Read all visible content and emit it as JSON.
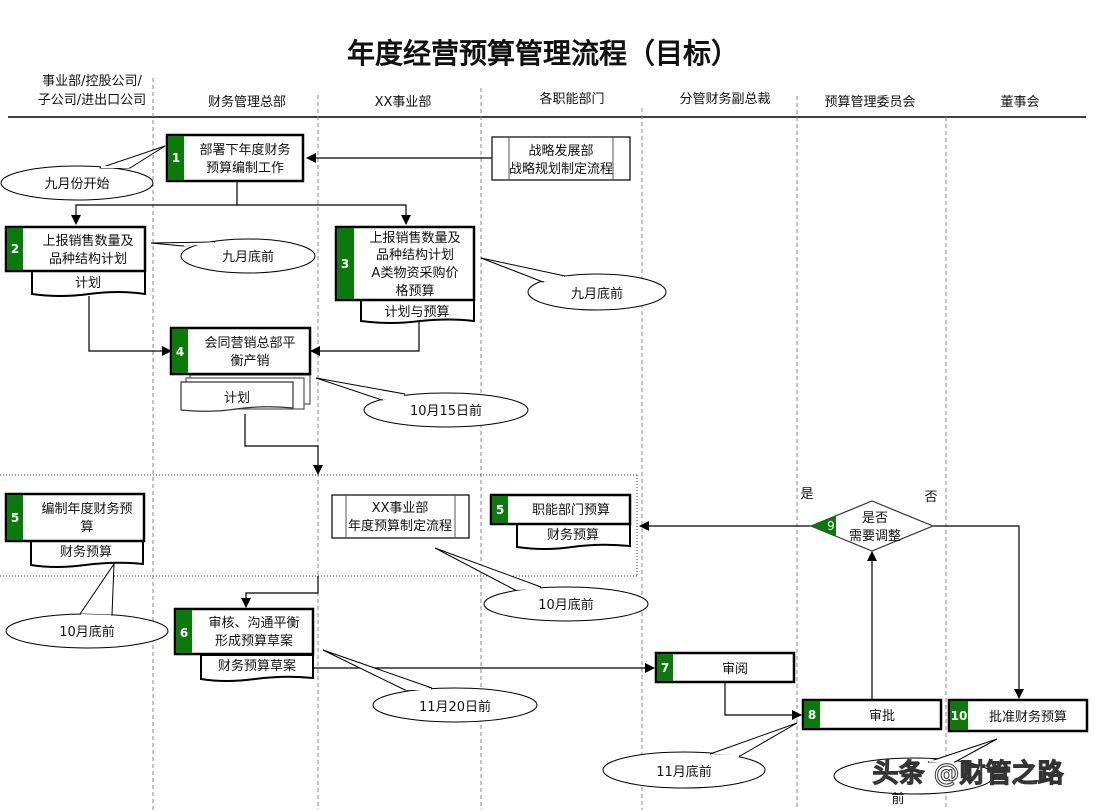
{
  "title": "年度经营预算管理流程（目标）",
  "colors": {
    "step_badge": "#0a7a0a",
    "line": "#000000",
    "lane_divider": "#888888"
  },
  "lanes": [
    {
      "id": "subsidiaries",
      "label_lines": [
        "事业部/控股公司/",
        "子公司/进出口公司"
      ]
    },
    {
      "id": "finance",
      "label_lines": [
        "财务管理总部"
      ]
    },
    {
      "id": "xx_division",
      "label_lines": [
        "XX事业部"
      ]
    },
    {
      "id": "functional",
      "label_lines": [
        "各职能部门"
      ]
    },
    {
      "id": "vp_finance",
      "label_lines": [
        "分管财务副总裁"
      ]
    },
    {
      "id": "committee",
      "label_lines": [
        "预算管理委员会"
      ]
    },
    {
      "id": "board",
      "label_lines": [
        "董事会"
      ]
    }
  ],
  "steps": [
    {
      "id": "s1",
      "num": "1",
      "lines": [
        "部署下年度财务",
        "预算编制工作"
      ]
    },
    {
      "id": "s2",
      "num": "2",
      "lines": [
        "上报销售数量及",
        "品种结构计划"
      ],
      "doc": "计划"
    },
    {
      "id": "s3",
      "num": "3",
      "lines": [
        "上报销售数量及",
        "品种结构计划",
        "A类物资采购价",
        "格预算"
      ],
      "doc": "计划与预算"
    },
    {
      "id": "s4",
      "num": "4",
      "lines": [
        "会同营销总部平",
        "衡产销"
      ],
      "doc": "计划"
    },
    {
      "id": "s5a",
      "num": "5",
      "lines": [
        "编制年度财务预",
        "算"
      ],
      "doc": "财务预算"
    },
    {
      "id": "s5b",
      "num": "5",
      "lines": [
        "职能部门预算"
      ],
      "doc": "财务预算"
    },
    {
      "id": "s6",
      "num": "6",
      "lines": [
        "审核、沟通平衡",
        "形成预算草案"
      ],
      "doc": "财务预算草案"
    },
    {
      "id": "s7",
      "num": "7",
      "lines": [
        "审阅"
      ]
    },
    {
      "id": "s8",
      "num": "8",
      "lines": [
        "审批"
      ]
    },
    {
      "id": "s9",
      "num": "9",
      "lines": [
        "是否",
        "需要调整"
      ]
    },
    {
      "id": "s10",
      "num": "10",
      "lines": [
        "批准财务预算"
      ]
    }
  ],
  "subprocesses": [
    {
      "id": "p1",
      "lines": [
        "战略发展部",
        "战略规划制定流程"
      ]
    },
    {
      "id": "p2",
      "lines": [
        "XX事业部",
        "年度预算制定流程"
      ]
    }
  ],
  "decision_labels": {
    "yes": "是",
    "no": "否"
  },
  "notes": [
    {
      "id": "n1",
      "text": "九月份开始"
    },
    {
      "id": "n2",
      "text": "九月底前"
    },
    {
      "id": "n3",
      "text": "九月底前"
    },
    {
      "id": "n4",
      "text": "10月15日前"
    },
    {
      "id": "n5",
      "text": "10月底前"
    },
    {
      "id": "n6",
      "text": "10月底前"
    },
    {
      "id": "n7",
      "text": "11月20日前"
    },
    {
      "id": "n8",
      "text": "11月底前"
    },
    {
      "id": "n9",
      "text": "前"
    }
  ],
  "watermark": "头条 @财管之路"
}
